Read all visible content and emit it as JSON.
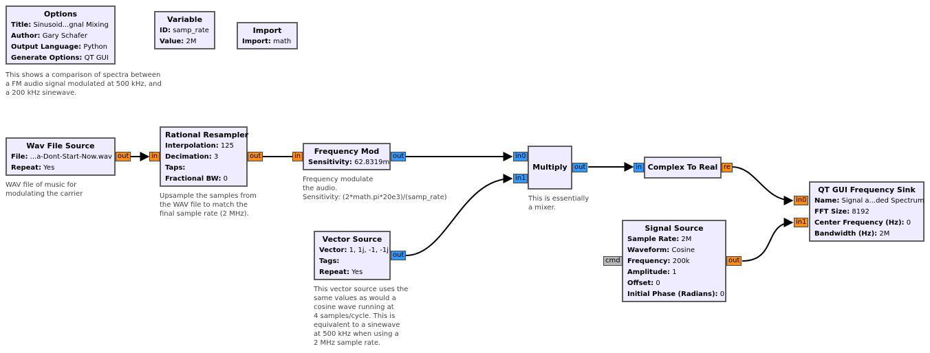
{
  "options": {
    "title": "Options",
    "params": [
      {
        "k": "Title:",
        "v": "Sinusoid...gnal Mixing"
      },
      {
        "k": "Author:",
        "v": "Gary Schafer"
      },
      {
        "k": "Output Language:",
        "v": "Python"
      },
      {
        "k": "Generate Options:",
        "v": "QT GUI"
      }
    ],
    "comment": "This shows a comparison of spectra between\na FM audio signal modulated at 500 kHz, and\na 200 kHz sinewave."
  },
  "variable": {
    "title": "Variable",
    "params": [
      {
        "k": "ID:",
        "v": "samp_rate"
      },
      {
        "k": "Value:",
        "v": "2M"
      }
    ]
  },
  "import_block": {
    "title": "Import",
    "params": [
      {
        "k": "Import:",
        "v": "math"
      }
    ]
  },
  "wav_source": {
    "title": "Wav File Source",
    "params": [
      {
        "k": "File:",
        "v": "...a-Dont-Start-Now.wav"
      },
      {
        "k": "Repeat:",
        "v": "Yes"
      }
    ],
    "out": "out",
    "comment": "WAV file of music for\nmodulating the carrier"
  },
  "resampler": {
    "title": "Rational Resampler",
    "params": [
      {
        "k": "Interpolation:",
        "v": "125"
      },
      {
        "k": "Decimation:",
        "v": "3"
      },
      {
        "k": "Taps:",
        "v": ""
      },
      {
        "k": "Fractional BW:",
        "v": "0"
      }
    ],
    "in": "in",
    "out": "out",
    "comment": "Upsample the samples from\nthe WAV file to match the\nfinal sample rate (2 MHz)."
  },
  "freq_mod": {
    "title": "Frequency Mod",
    "params": [
      {
        "k": "Sensitivity:",
        "v": "62.8319m"
      }
    ],
    "in": "in",
    "out": "out",
    "comment": "Frequency modulate\nthe audio.\nSensitivity: (2*math.pi*20e3)/(samp_rate)"
  },
  "multiply": {
    "title": "Multiply",
    "in0": "in0",
    "in1": "in1",
    "out": "out",
    "comment": "This is essentially\na mixer."
  },
  "complex_to_real": {
    "title": "Complex To Real",
    "in": "in",
    "out": "re"
  },
  "vector_source": {
    "title": "Vector Source",
    "params": [
      {
        "k": "Vector:",
        "v": "1, 1j, -1, -1j"
      },
      {
        "k": "Tags:",
        "v": ""
      },
      {
        "k": "Repeat:",
        "v": "Yes"
      }
    ],
    "out": "out",
    "comment": "This vector source uses the\nsame values as would a\ncosine wave running at\n4 samples/cycle. This is\nequivalent to a sinewave\nat 500 kHz when using a\n2 MHz sample rate."
  },
  "signal_source": {
    "title": "Signal Source",
    "params": [
      {
        "k": "Sample Rate:",
        "v": "2M"
      },
      {
        "k": "Waveform:",
        "v": "Cosine"
      },
      {
        "k": "Frequency:",
        "v": "200k"
      },
      {
        "k": "Amplitude:",
        "v": "1"
      },
      {
        "k": "Offset:",
        "v": "0"
      },
      {
        "k": "Initial Phase (Radians):",
        "v": "0"
      }
    ],
    "cmd": "cmd",
    "out": "out"
  },
  "freq_sink": {
    "title": "QT GUI Frequency Sink",
    "params": [
      {
        "k": "Name:",
        "v": "Signal a...ded Spectrum"
      },
      {
        "k": "FFT Size:",
        "v": "8192"
      },
      {
        "k": "Center Frequency (Hz):",
        "v": "0"
      },
      {
        "k": "Bandwidth (Hz):",
        "v": "2M"
      }
    ],
    "in0": "in0",
    "in1": "in1"
  },
  "colors": {
    "block_bg": "#f0ecff",
    "block_border": "#5e5e5e",
    "port_float": "#ff8c1a",
    "port_complex": "#3399ff",
    "port_msg": "#b9b9b9"
  }
}
